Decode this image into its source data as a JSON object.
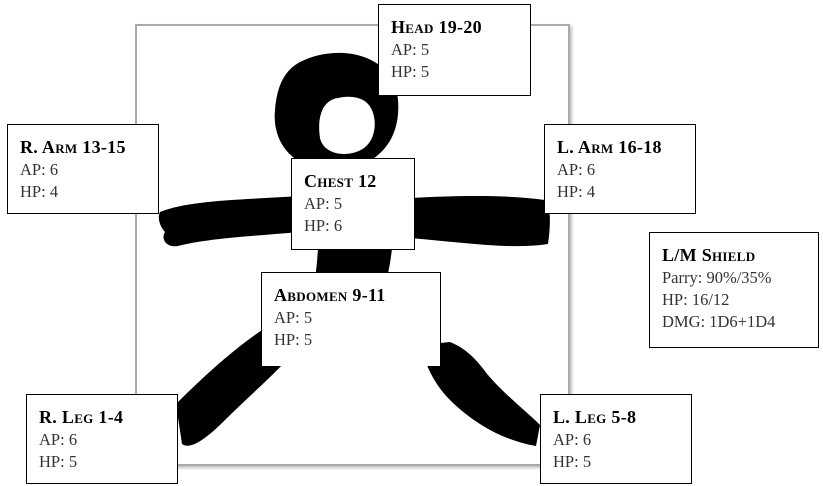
{
  "locations": {
    "head": {
      "title": "Head 19-20",
      "ap_label": "AP:",
      "ap": "5",
      "hp_label": "HP:",
      "hp": "5"
    },
    "r_arm": {
      "title": "R. Arm 13-15",
      "ap_label": "AP:",
      "ap": "6",
      "hp_label": "HP:",
      "hp": "4"
    },
    "l_arm": {
      "title": "L. Arm 16-18",
      "ap_label": "AP:",
      "ap": "6",
      "hp_label": "HP:",
      "hp": "4"
    },
    "chest": {
      "title": "Chest 12",
      "ap_label": "AP:",
      "ap": "5",
      "hp_label": "HP:",
      "hp": "6"
    },
    "abdomen": {
      "title": "Abdomen 9-11",
      "ap_label": "AP:",
      "ap": "5",
      "hp_label": "HP:",
      "hp": "5"
    },
    "r_leg": {
      "title": "R. Leg 1-4",
      "ap_label": "AP:",
      "ap": "6",
      "hp_label": "HP:",
      "hp": "5"
    },
    "l_leg": {
      "title": "L. Leg 5-8",
      "ap_label": "AP:",
      "ap": "6",
      "hp_label": "HP:",
      "hp": "5"
    }
  },
  "shield": {
    "title": "L/M Shield",
    "parry_label": "Parry:",
    "parry": "90%/35%",
    "hp_label": "HP:",
    "hp": "16/12",
    "dmg_label": "DMG:",
    "dmg": "1D6+1D4"
  },
  "colors": {
    "figure": "#000000",
    "frame_border": "#a9a9a9",
    "box_border": "#000000",
    "text": "#333333"
  }
}
